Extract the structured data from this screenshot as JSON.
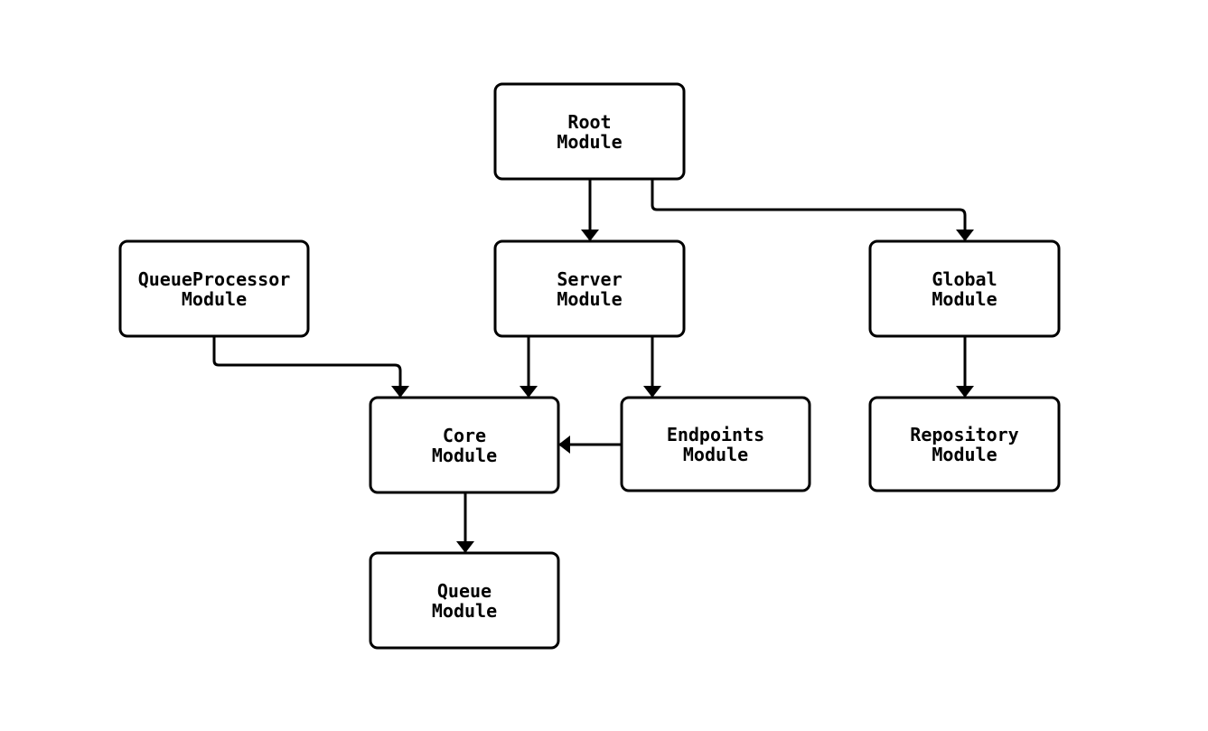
{
  "diagram": {
    "title": "",
    "type": "module-dependency-flowchart",
    "colors": {
      "background": "#ffffff",
      "node_fill": "#ffffff",
      "node_border": "#000000",
      "text": "#000000",
      "edge": "#000000",
      "arrowhead": "#000000"
    },
    "nodes": [
      {
        "id": "root",
        "label": "Root Module",
        "line1": "Root",
        "line2": "Module"
      },
      {
        "id": "queueprocessor",
        "label": "QueueProcessor Module",
        "line1": "QueueProcessor",
        "line2": "Module"
      },
      {
        "id": "server",
        "label": "Server Module",
        "line1": "Server",
        "line2": "Module"
      },
      {
        "id": "global",
        "label": "Global Module",
        "line1": "Global",
        "line2": "Module"
      },
      {
        "id": "core",
        "label": "Core Module",
        "line1": "Core",
        "line2": "Module"
      },
      {
        "id": "endpoints",
        "label": "Endpoints Module",
        "line1": "Endpoints",
        "line2": "Module"
      },
      {
        "id": "repository",
        "label": "Repository Module",
        "line1": "Repository",
        "line2": "Module"
      },
      {
        "id": "queue",
        "label": "Queue Module",
        "line1": "Queue",
        "line2": "Module"
      }
    ],
    "edges": [
      {
        "from": "root",
        "to": "server",
        "style": "arrow"
      },
      {
        "from": "root",
        "to": "global",
        "style": "arrow"
      },
      {
        "from": "queueprocessor",
        "to": "core",
        "style": "arrow"
      },
      {
        "from": "server",
        "to": "core",
        "style": "arrow"
      },
      {
        "from": "server",
        "to": "endpoints",
        "style": "arrow"
      },
      {
        "from": "endpoints",
        "to": "core",
        "style": "arrow"
      },
      {
        "from": "global",
        "to": "repository",
        "style": "arrow"
      },
      {
        "from": "core",
        "to": "queue",
        "style": "arrow"
      }
    ]
  }
}
